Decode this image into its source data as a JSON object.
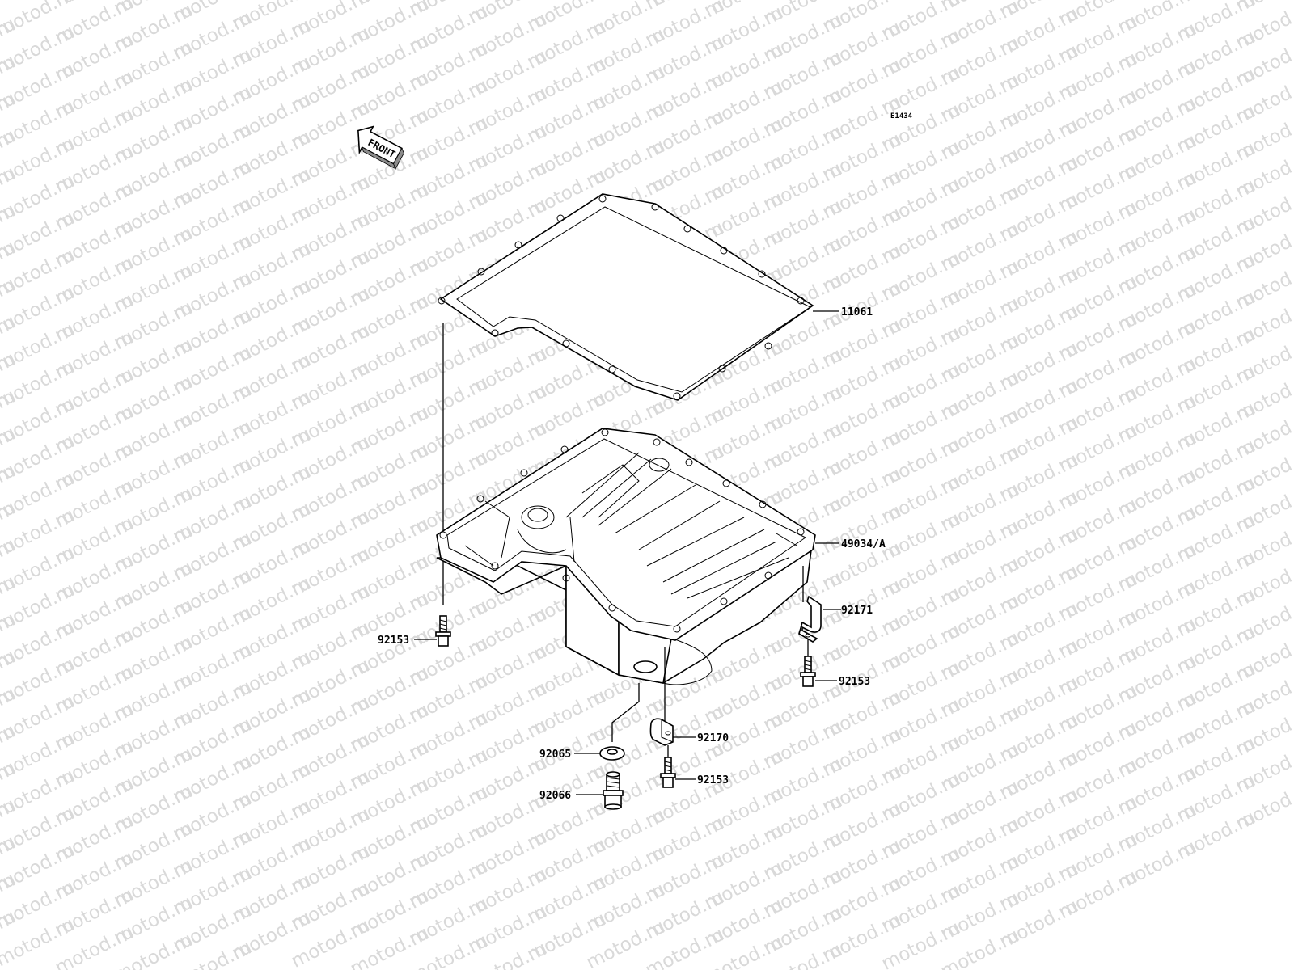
{
  "diagram_code": "E1434",
  "front_label": "FRONT",
  "watermark": "motod.ru",
  "parts": {
    "gasket": "11061",
    "oil_pan": "49034/A",
    "bolt_left": "92153",
    "clamp": "92171",
    "bolt_right": "92153",
    "clamp_small": "92170",
    "washer": "92065",
    "bolt_bottom": "92153",
    "drain_plug": "92066"
  }
}
